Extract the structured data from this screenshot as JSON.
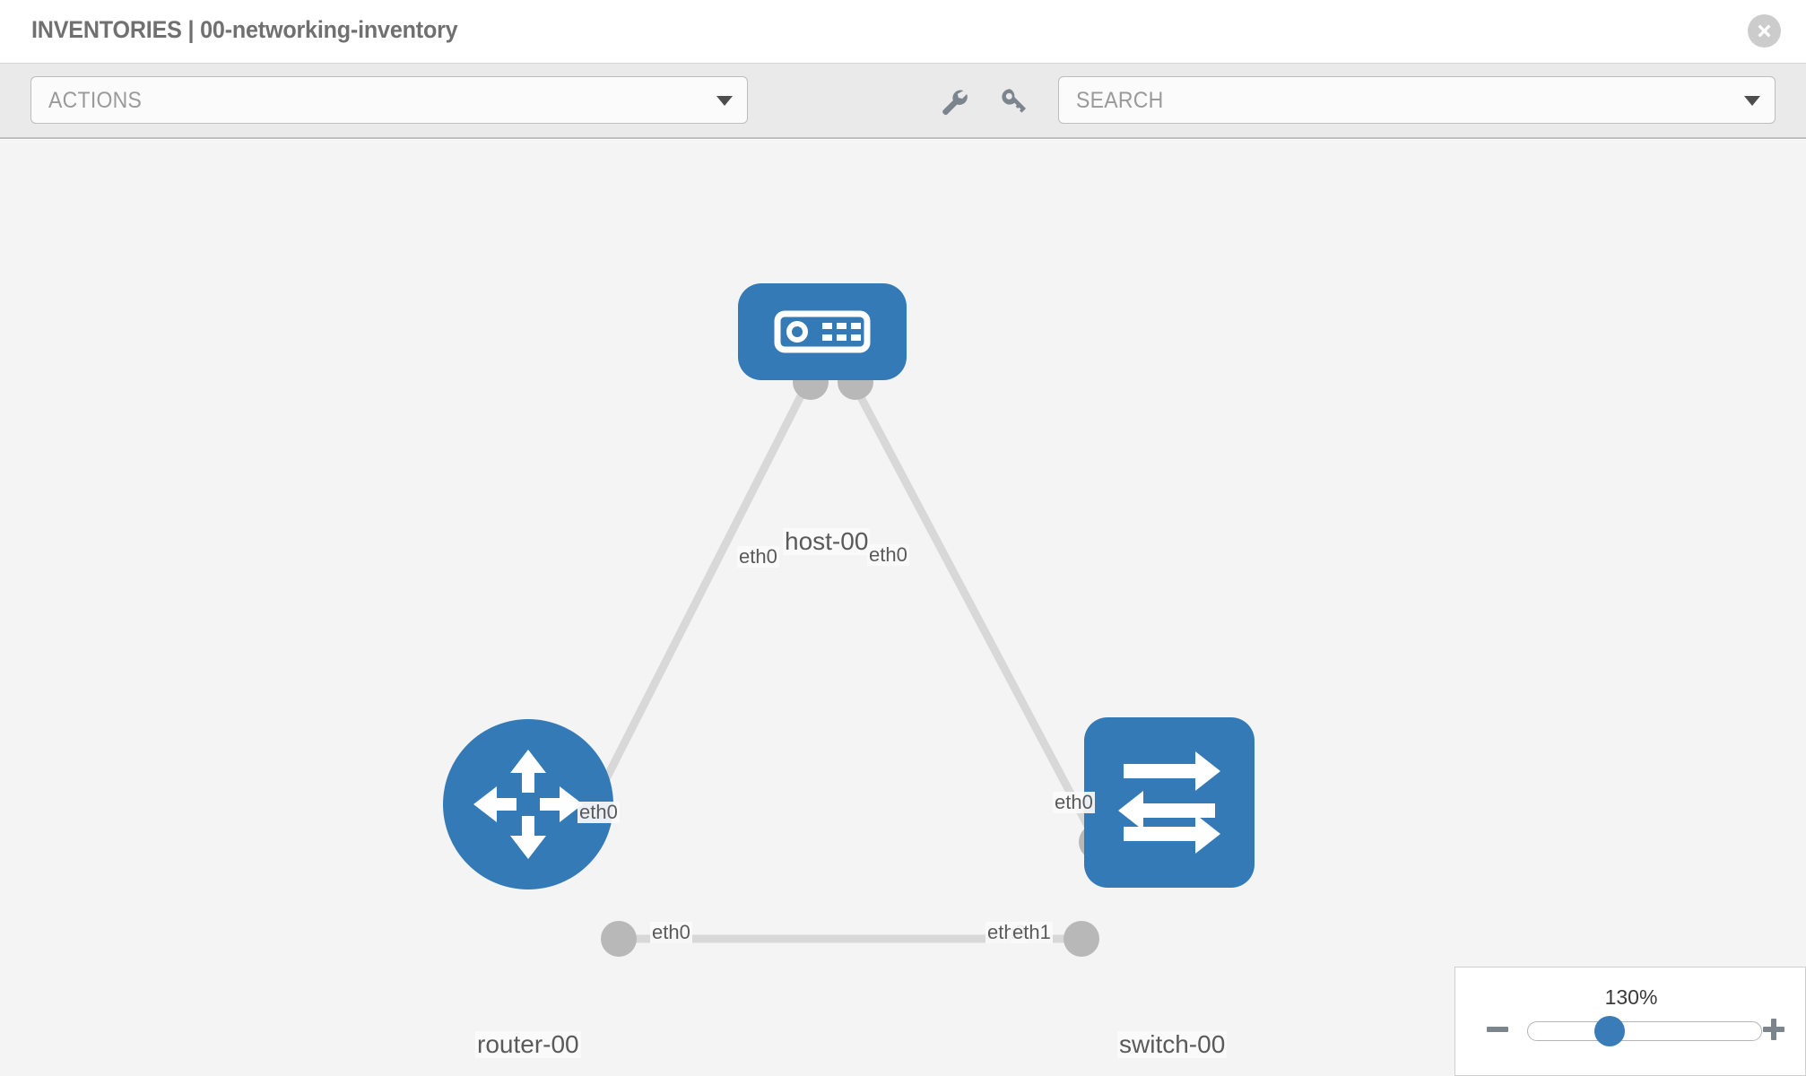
{
  "header": {
    "title": "INVENTORIES | 00-networking-inventory",
    "close_icon": "close-circle-icon"
  },
  "toolbar": {
    "actions_label": "ACTIONS",
    "actions_caret_icon": "chevron-down-icon",
    "wrench_icon": "wrench-icon",
    "key_icon": "key-icon",
    "search_placeholder": "SEARCH",
    "search_caret_icon": "chevron-down-icon"
  },
  "topology": {
    "nodes": [
      {
        "id": "host-00",
        "label": "host-00",
        "type": "host",
        "icon": "server-icon",
        "color": "#337ab7"
      },
      {
        "id": "router-00",
        "label": "router-00",
        "type": "router",
        "icon": "router-arrows-icon",
        "color": "#337ab7"
      },
      {
        "id": "switch-00",
        "label": "switch-00",
        "type": "switch",
        "icon": "switch-arrows-icon",
        "color": "#337ab7"
      }
    ],
    "port_labels": {
      "host_left": "eth0",
      "host_right": "eth0",
      "router_uplink": "eth0",
      "switch_uplink": "eth0",
      "router_eth0": "eth0",
      "switch_eth0": "eth0",
      "switch_eth1": "eth1"
    },
    "link_color": "#d8d8d8",
    "port_color": "#b8b8b8",
    "canvas_color": "#f4f4f4"
  },
  "zoom_control": {
    "value": "130%",
    "minus_icon": "minus-icon",
    "plus_icon": "plus-icon",
    "thumb_icon": "slider-thumb"
  }
}
